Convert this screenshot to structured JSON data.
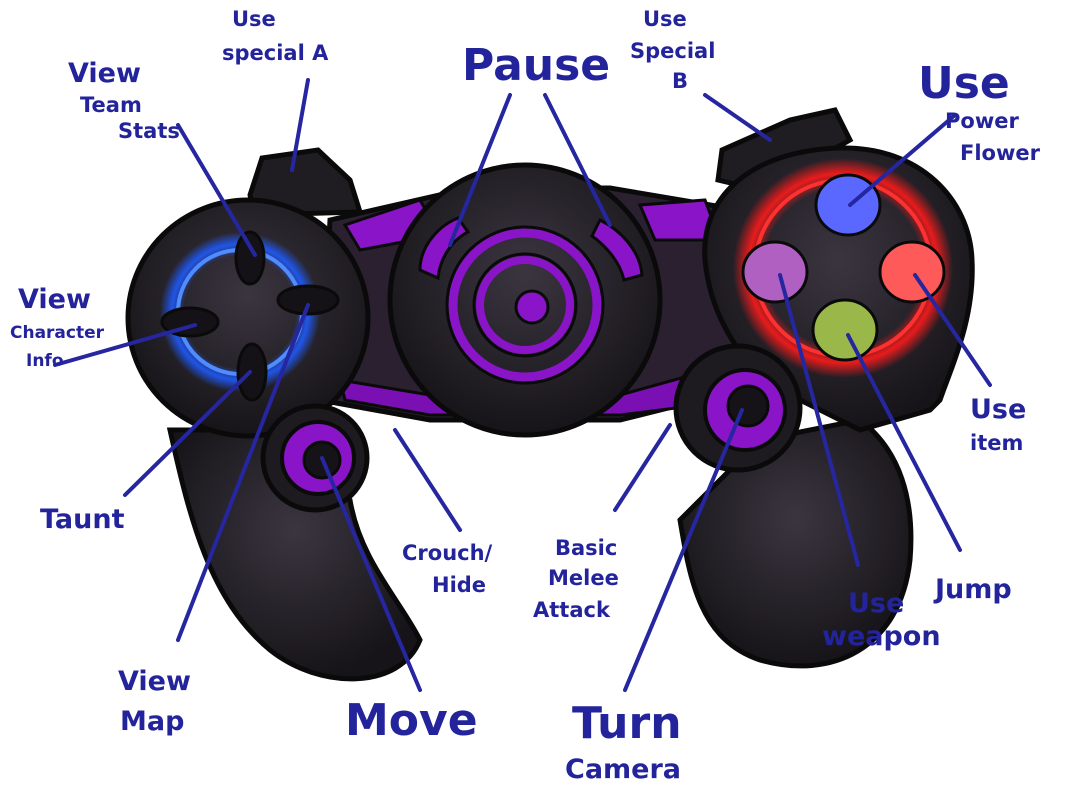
{
  "labels": {
    "view_team_stats": [
      "View",
      "Team",
      "Stats"
    ],
    "use_special_a": [
      "Use",
      "special A"
    ],
    "pause": "Pause",
    "use_special_b": [
      "Use",
      "Special",
      "B"
    ],
    "use_power_flower": [
      "Use",
      "Power",
      "Flower"
    ],
    "view_character_info": [
      "View",
      "Character",
      "Info"
    ],
    "taunt": "Taunt",
    "view_map": [
      "View",
      "Map"
    ],
    "move": "Move",
    "crouch_hide": [
      "Crouch/",
      "Hide"
    ],
    "basic_melee_attack": [
      "Basic",
      "Melee",
      "Attack"
    ],
    "turn_camera": [
      "Turn",
      "Camera"
    ],
    "use_weapon": [
      "Use",
      "weapon"
    ],
    "jump": "Jump",
    "use_item": [
      "Use",
      "item"
    ]
  },
  "colors": {
    "label_ink": "#23239b",
    "body_dark": "#1c1a1f",
    "accent_purple": "#8a14c8",
    "dpad_glow": "#1e5bff",
    "face_glow": "#ff1a1a",
    "button_top": "#5a68ff",
    "button_right": "#ff5a5a",
    "button_left": "#b060c0",
    "button_bottom": "#9ab84a"
  }
}
